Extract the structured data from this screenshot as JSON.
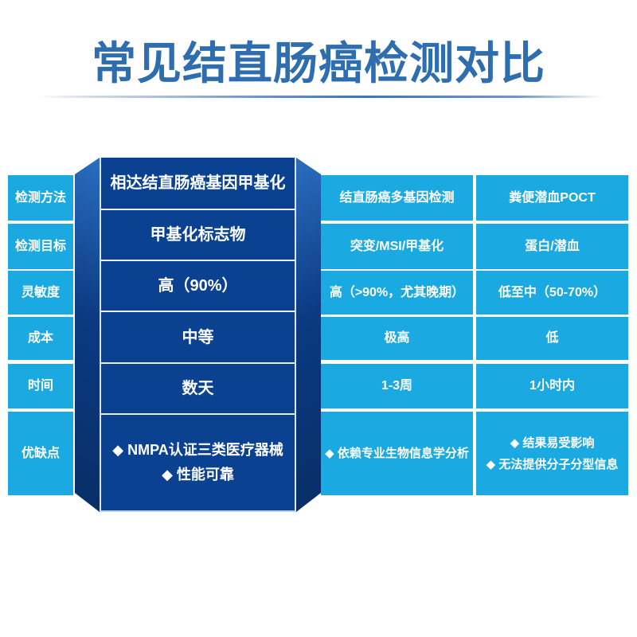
{
  "title": "常见结直肠癌检测对比",
  "colors": {
    "title_blue": "#2E6DAE",
    "cell_blue": "#1BA9E1",
    "panel_navy": "#0A4191",
    "flap_navy_dark": "#082E66",
    "flap_navy_light": "#2B6EC0",
    "divider_blue": "#3F74B4",
    "text_white": "#FFFFFF"
  },
  "table": {
    "row_labels": [
      "检测方法",
      "检测目标",
      "灵敏度",
      "成本",
      "时间",
      "优缺点"
    ],
    "product": {
      "method": "相达结直肠癌基因甲基化",
      "target": "甲基化标志物",
      "sensitivity": "高（90%）",
      "cost": "中等",
      "time": "数天",
      "notes": [
        "◆ NMPA认证三类医疗器械",
        "◆ 性能可靠"
      ]
    },
    "multigene": {
      "method": "结直肠癌多基因检测",
      "target": "突变/MSI/甲基化",
      "sensitivity": "高（>90%，尤其晚期）",
      "cost": "极高",
      "time": "1-3周",
      "notes": [
        "◆ 依赖专业生物信息学分析"
      ]
    },
    "poct": {
      "method": "粪便潜血POCT",
      "target": "蛋白/潜血",
      "sensitivity": "低至中（50-70%）",
      "cost": "低",
      "time": "1小时内",
      "notes": [
        "◆ 结果易受影响",
        "◆ 无法提供分子分型信息"
      ]
    }
  }
}
